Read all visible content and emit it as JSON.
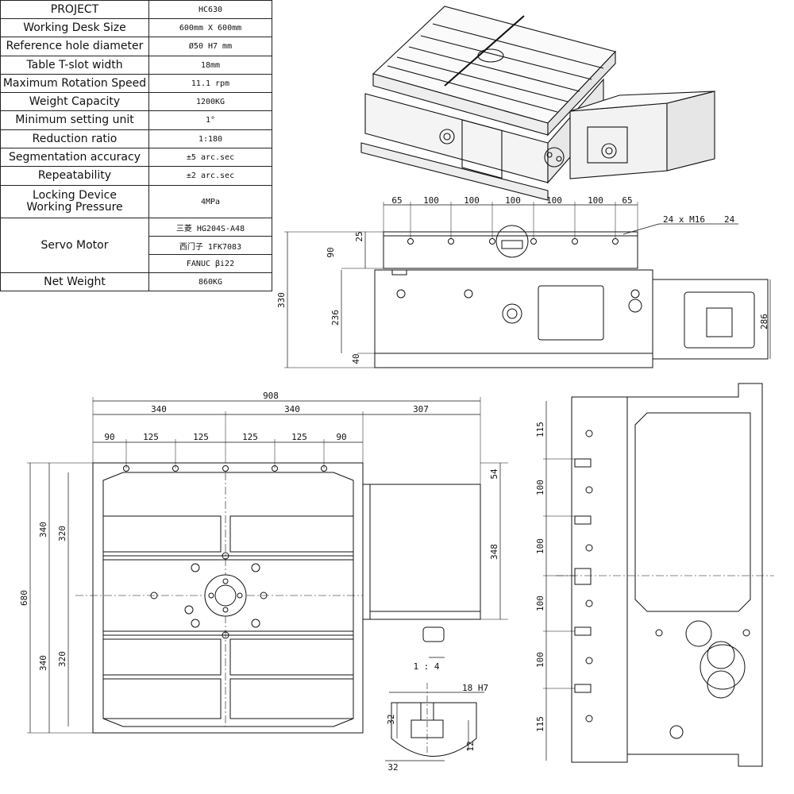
{
  "spec_table": {
    "project": {
      "label": "PROJECT",
      "value": "HC630"
    },
    "rows": [
      {
        "label": "Working Desk Size",
        "value": "600mm X 600mm"
      },
      {
        "label": "Reference hole diameter",
        "value": "Ø50 H7 mm"
      },
      {
        "label": "Table T-slot width",
        "value": "18mm"
      },
      {
        "label": "Maximum Rotation Speed",
        "value": "11.1 rpm"
      },
      {
        "label": "Weight Capacity",
        "value": "1200KG"
      },
      {
        "label": "Minimum setting unit",
        "value": "1°"
      },
      {
        "label": "Reduction ratio",
        "value": "1:180"
      },
      {
        "label": "Segmentation accuracy",
        "value": "±5 arc.sec"
      },
      {
        "label": "Repeatability",
        "value": "±2 arc.sec"
      }
    ],
    "locking": {
      "label_line1": "Locking Device",
      "label_line2": "Working Pressure",
      "value": "4MPa"
    },
    "servo": {
      "label": "Servo Motor",
      "options": [
        "三菱 HG204S-A48",
        "西门子 1FK7083",
        "FANUC βi22"
      ]
    },
    "net_weight": {
      "label": "Net Weight",
      "value": "860KG"
    }
  },
  "front_view": {
    "top_dims": [
      "65",
      "100",
      "100",
      "100",
      "100",
      "100",
      "65"
    ],
    "hole_note": "24 x M16",
    "hole_depth": "24",
    "left_dims": {
      "d330": "330",
      "d25": "25",
      "d90": "90",
      "d236": "236",
      "d40": "40"
    },
    "motor_height": "286"
  },
  "top_view": {
    "overall_width": "908",
    "d340a": "340",
    "d340b": "340",
    "d307": "307",
    "pitch_dims": [
      "90",
      "125",
      "125",
      "125",
      "125",
      "90"
    ],
    "overall_height": "680",
    "left_dims": [
      "340",
      "320",
      "320",
      "340"
    ],
    "right_dims": {
      "d54": "54",
      "d348": "348"
    },
    "scale": "1 : 4"
  },
  "tslot_detail": {
    "width": "18 H7",
    "depth": "32",
    "bottom": "12",
    "slot_width": "32"
  },
  "side_view": {
    "dims": [
      "115",
      "100",
      "100",
      "100",
      "100",
      "115"
    ]
  }
}
